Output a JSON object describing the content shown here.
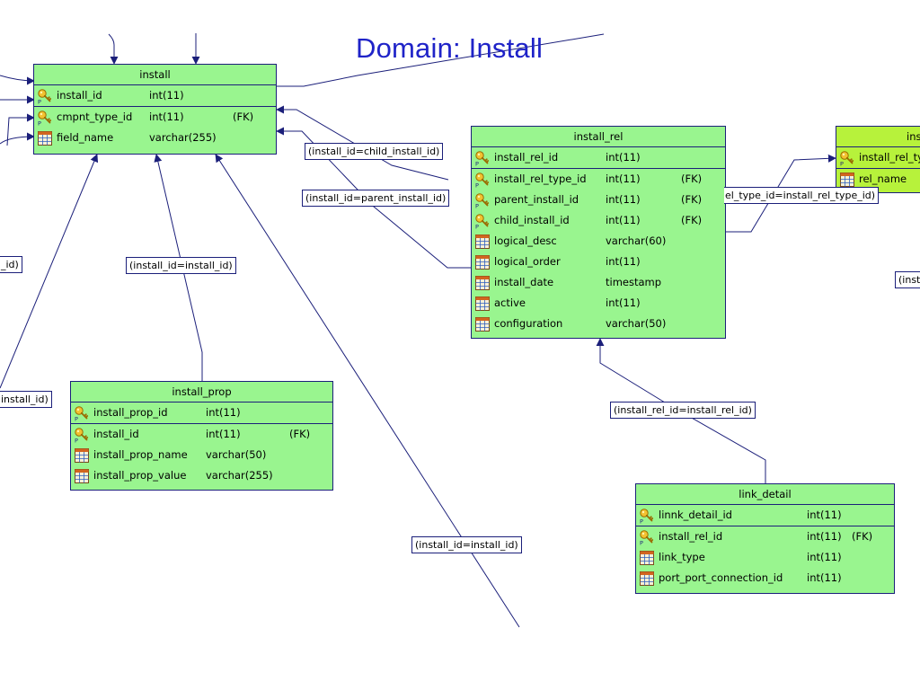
{
  "title": "Domain: Install",
  "entities": {
    "install": {
      "name": "install",
      "columns": [
        {
          "name": "install_id",
          "type": "int(11)",
          "fk": "",
          "icon": "key-icon"
        },
        {
          "name": "cmpnt_type_id",
          "type": "int(11)",
          "fk": "(FK)",
          "icon": "key-icon"
        },
        {
          "name": "field_name",
          "type": "varchar(255)",
          "fk": "",
          "icon": "column-icon"
        }
      ]
    },
    "install_rel": {
      "name": "install_rel",
      "columns": [
        {
          "name": "install_rel_id",
          "type": "int(11)",
          "fk": "",
          "icon": "key-icon"
        },
        {
          "name": "install_rel_type_id",
          "type": "int(11)",
          "fk": "(FK)",
          "icon": "key-icon"
        },
        {
          "name": "parent_install_id",
          "type": "int(11)",
          "fk": "(FK)",
          "icon": "key-icon"
        },
        {
          "name": "child_install_id",
          "type": "int(11)",
          "fk": "(FK)",
          "icon": "key-icon"
        },
        {
          "name": "logical_desc",
          "type": "varchar(60)",
          "fk": "",
          "icon": "column-icon"
        },
        {
          "name": "logical_order",
          "type": "int(11)",
          "fk": "",
          "icon": "column-icon"
        },
        {
          "name": "install_date",
          "type": "timestamp",
          "fk": "",
          "icon": "column-icon"
        },
        {
          "name": "active",
          "type": "int(11)",
          "fk": "",
          "icon": "column-icon"
        },
        {
          "name": "configuration",
          "type": "varchar(50)",
          "fk": "",
          "icon": "column-icon"
        }
      ]
    },
    "install_prop": {
      "name": "install_prop",
      "columns": [
        {
          "name": "install_prop_id",
          "type": "int(11)",
          "fk": "",
          "icon": "key-icon"
        },
        {
          "name": "install_id",
          "type": "int(11)",
          "fk": "(FK)",
          "icon": "key-icon"
        },
        {
          "name": "install_prop_name",
          "type": "varchar(50)",
          "fk": "",
          "icon": "column-icon"
        },
        {
          "name": "install_prop_value",
          "type": "varchar(255)",
          "fk": "",
          "icon": "column-icon"
        }
      ]
    },
    "link_detail": {
      "name": "link_detail",
      "columns": [
        {
          "name": "linnk_detail_id",
          "type": "int(11)",
          "fk": "",
          "icon": "key-icon"
        },
        {
          "name": "install_rel_id",
          "type": "int(11)",
          "fk": "(FK)",
          "icon": "key-icon"
        },
        {
          "name": "link_type",
          "type": "int(11)",
          "fk": "",
          "icon": "column-icon"
        },
        {
          "name": "port_port_connection_id",
          "type": "int(11)",
          "fk": "",
          "icon": "column-icon"
        }
      ]
    },
    "install_rel_type": {
      "name": "ins",
      "columns": [
        {
          "name": "install_rel_ty",
          "type": "",
          "fk": "",
          "icon": "key-icon"
        },
        {
          "name": "rel_name",
          "type": "",
          "fk": "",
          "icon": "column-icon"
        }
      ]
    }
  },
  "relationship_labels": {
    "child_install": "(install_id=child_install_id)",
    "parent_install": "(install_id=parent_install_id)",
    "install_prop": "(install_id=install_id)",
    "install_far": "(install_id=install_id)",
    "install_rel_link": "(install_rel_id=install_rel_id)",
    "rel_type": "el_type_id=install_rel_type_id)",
    "left_id": "_id)",
    "left_install_id": "install_id)",
    "right_inst": "(inst"
  },
  "colors": {
    "entity_fill": "#99f58f",
    "entity_fill_highlight": "#b7f23b",
    "line": "#1b1f7a",
    "title": "#1f23c8"
  }
}
